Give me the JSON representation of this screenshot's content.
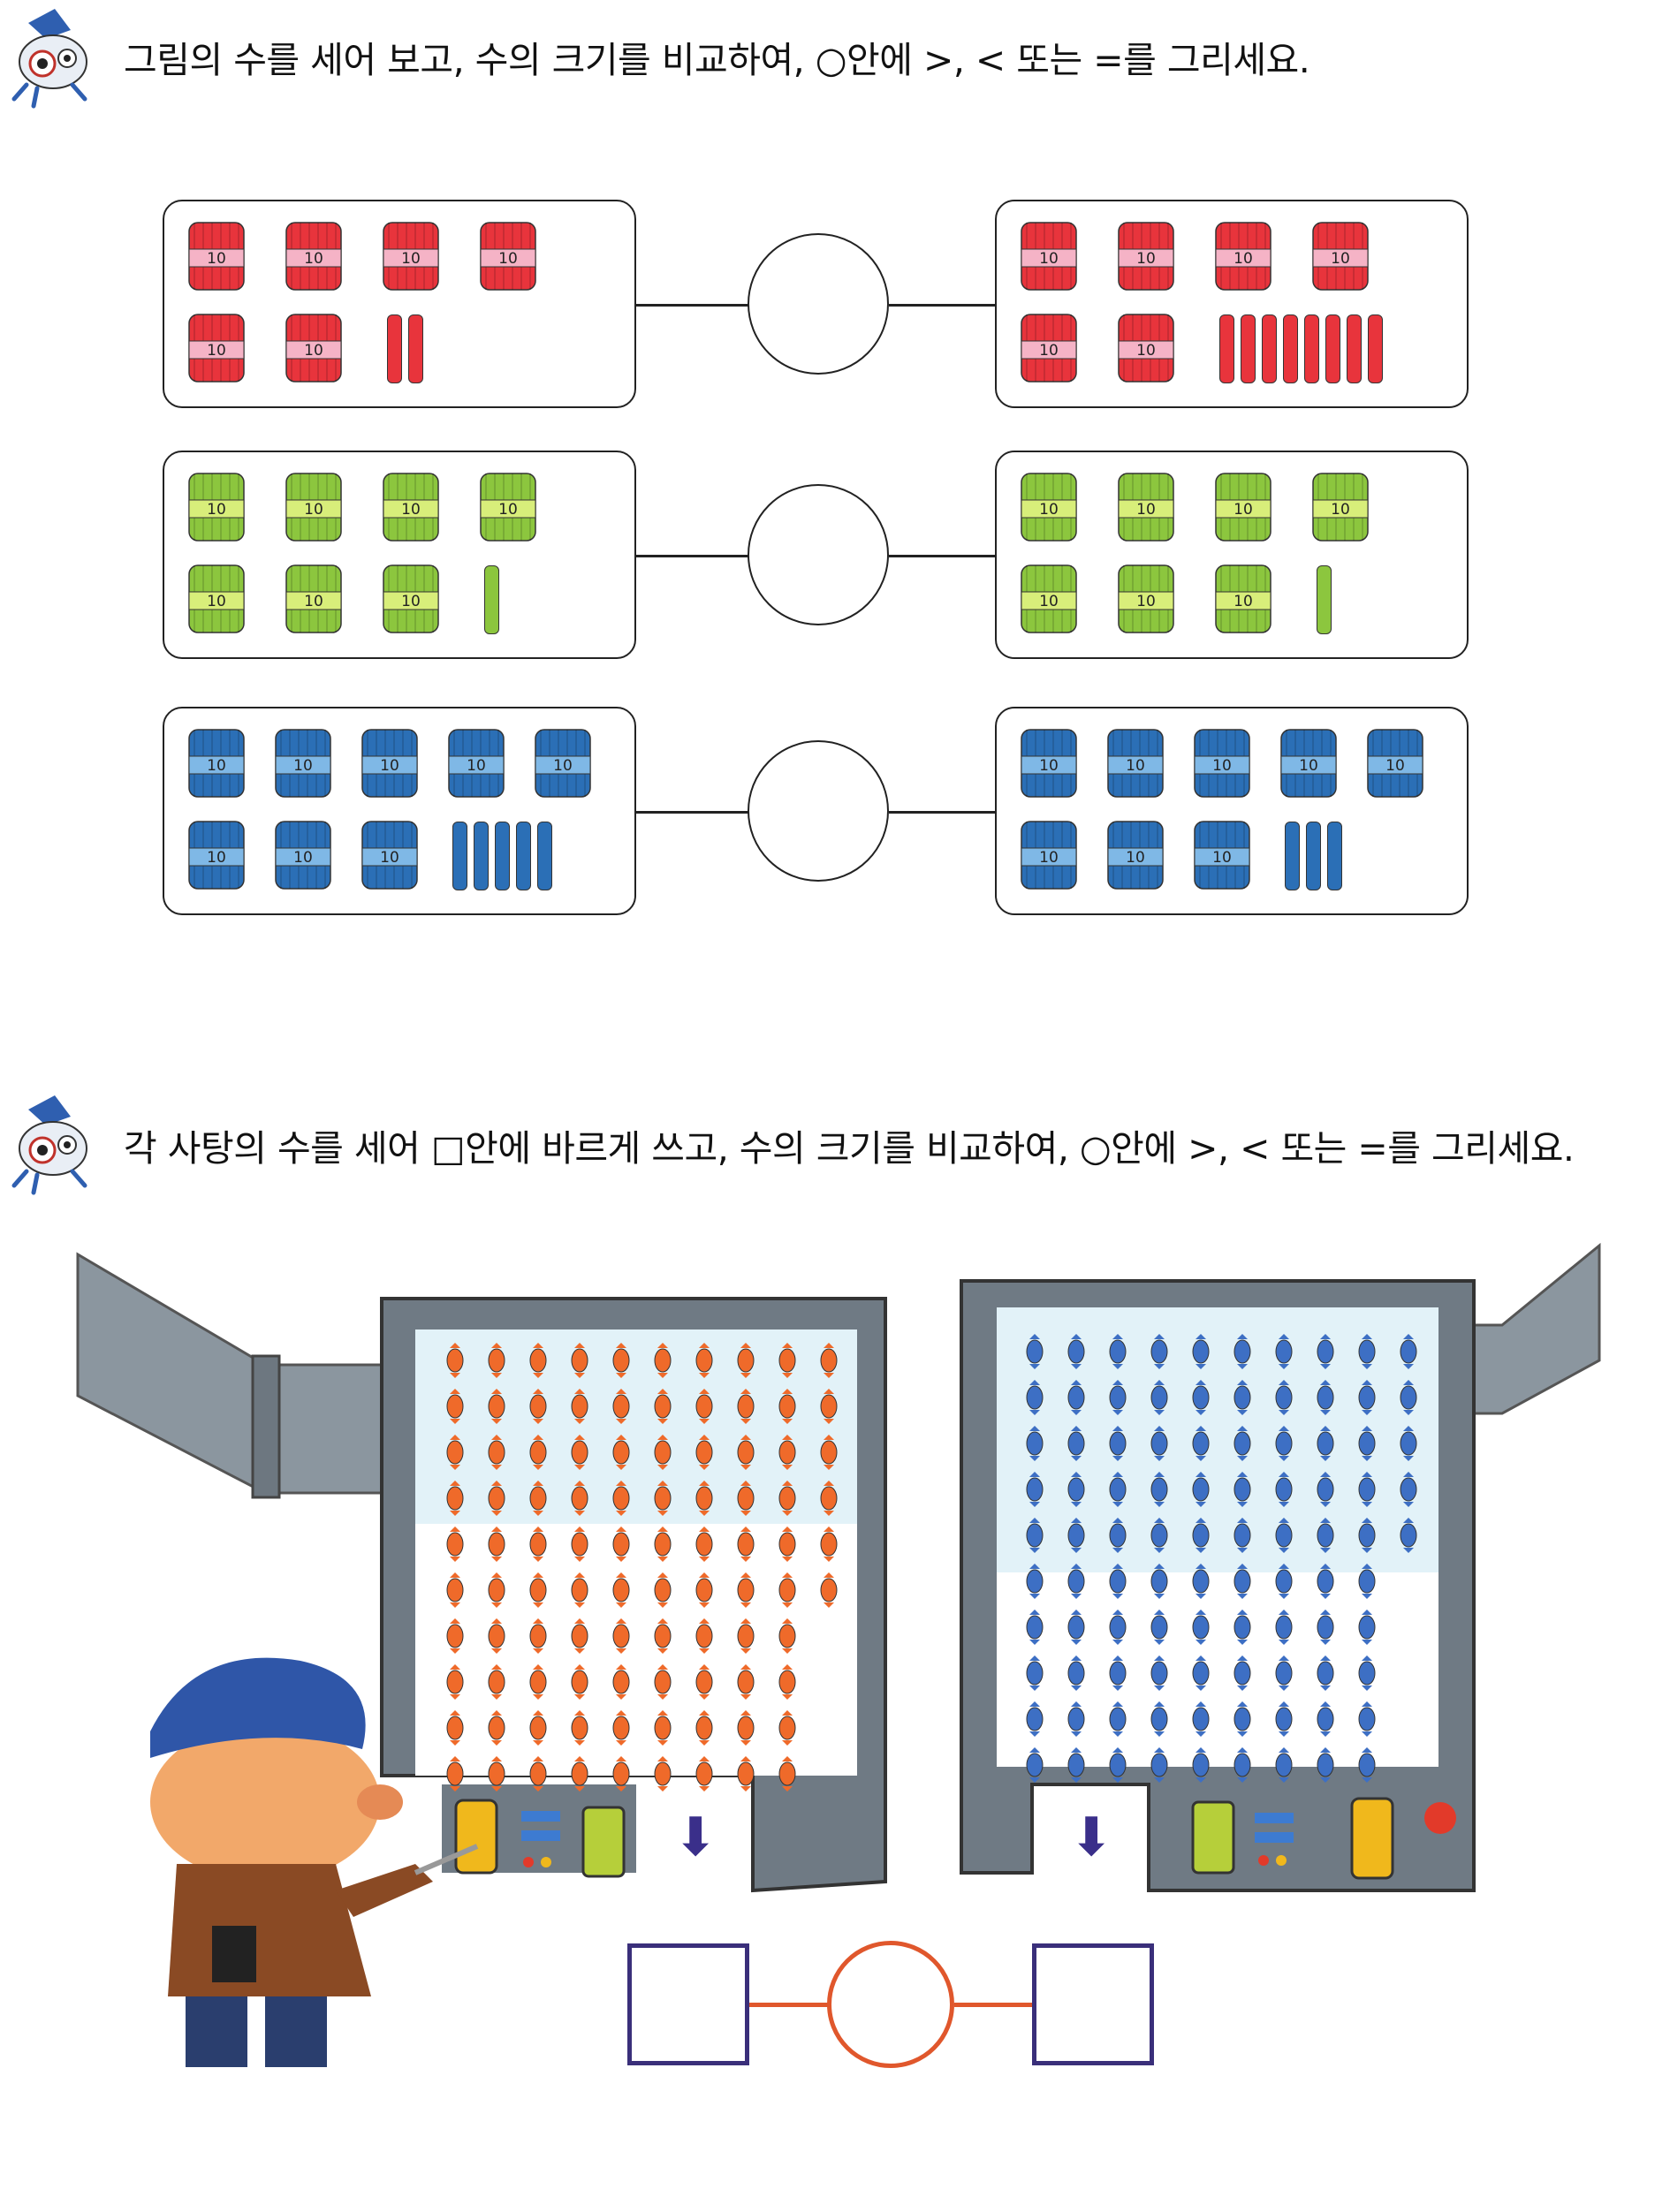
{
  "section1": {
    "instruction": "그림의 수를 세어 보고,  수의 크기를 비교하여, ○안에  >, < 또는 =를 그리세요.",
    "rows": [
      {
        "color": "#e8343c",
        "band": "#f5b3c6",
        "left": {
          "tens": 6,
          "ones": 2
        },
        "right": {
          "tens": 6,
          "ones": 8
        }
      },
      {
        "color": "#8cc63e",
        "band": "#d8ee7a",
        "left": {
          "tens": 7,
          "ones": 1
        },
        "right": {
          "tens": 7,
          "ones": 1
        }
      },
      {
        "color": "#2b6fb6",
        "band": "#7fb8e6",
        "left": {
          "tens": 8,
          "ones": 5
        },
        "right": {
          "tens": 8,
          "ones": 3
        }
      }
    ],
    "bundle_label": "10"
  },
  "section2": {
    "instruction": "각 사탕의 수를 세어 □안에 바르게 쓰고, 수의 크기를 비교하여, ○안에  >, < 또는 =를 그리세요.",
    "left_candy": {
      "name": "orange-candy",
      "color": "#ef6a2a",
      "count": 96
    },
    "right_candy": {
      "name": "blue-candy",
      "color": "#3d6fc4",
      "count": 95
    },
    "arrow_glyph": "⬇"
  },
  "colors": {
    "box": "#3a2f7a",
    "circle": "#e0572c",
    "machine": "#6f7a84"
  }
}
